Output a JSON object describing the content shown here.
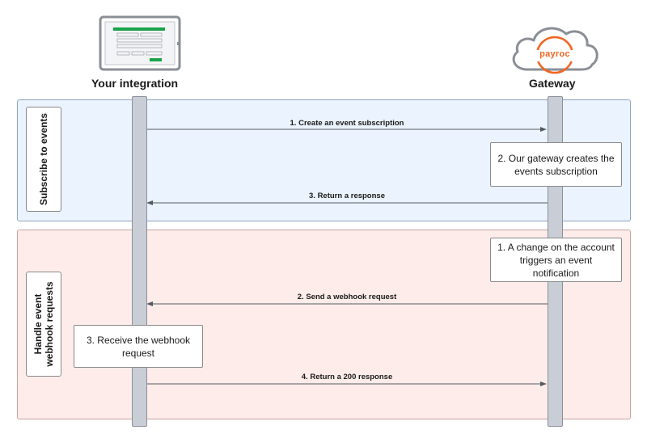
{
  "actors": {
    "left": {
      "label": "Your integration"
    },
    "right": {
      "label": "Gateway",
      "logo_text": "payroc"
    }
  },
  "sections": [
    {
      "label": "Subscribe to events"
    },
    {
      "label_line1": "Handle event",
      "label_line2": "webhook requests"
    }
  ],
  "messages": [
    {
      "text": "1. Create an event subscription"
    },
    {
      "text": "3. Return a response"
    },
    {
      "text": "2. Send a webhook request"
    },
    {
      "text": "4. Return a 200 response"
    }
  ],
  "notes": [
    {
      "line1": "2. Our gateway creates the",
      "line2": "events subscription"
    },
    {
      "line1": "1. A change on the account",
      "line2": "triggers an event",
      "line3": "notification"
    },
    {
      "line1": "3. Receive the webhook",
      "line2": "request"
    }
  ],
  "colors": {
    "brand": "#f26522",
    "subscribe_bg": "#eaf3fe",
    "webhook_bg": "#fdecea",
    "accent_green": "#1aa34a"
  }
}
